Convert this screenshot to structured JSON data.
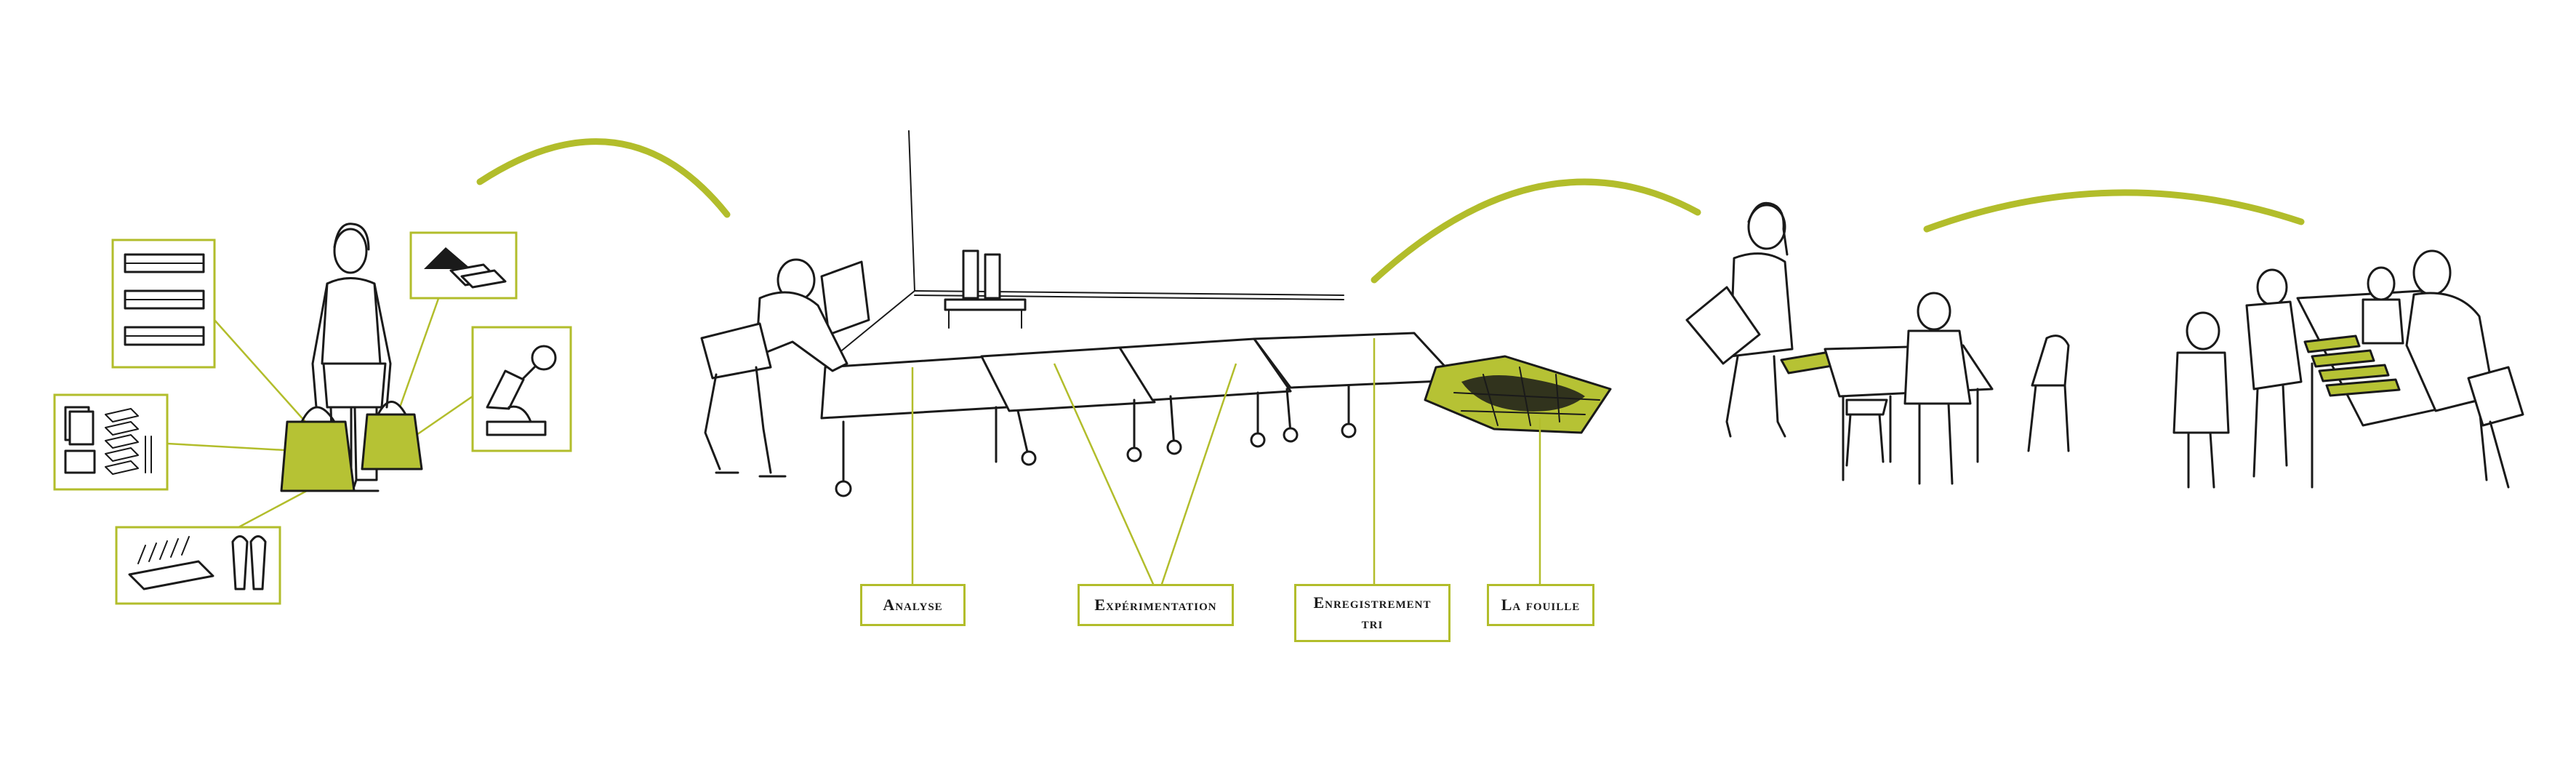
{
  "labels": {
    "analyse": "Analyse",
    "experimentation": "Expérimentation",
    "enregistrement": "Enregistrement tri",
    "fouille": "La fouille"
  },
  "colors": {
    "accent": "#b2bd2b",
    "accent_fill": "#b6c234",
    "ink": "#1a1a1a",
    "background": "#ffffff"
  }
}
